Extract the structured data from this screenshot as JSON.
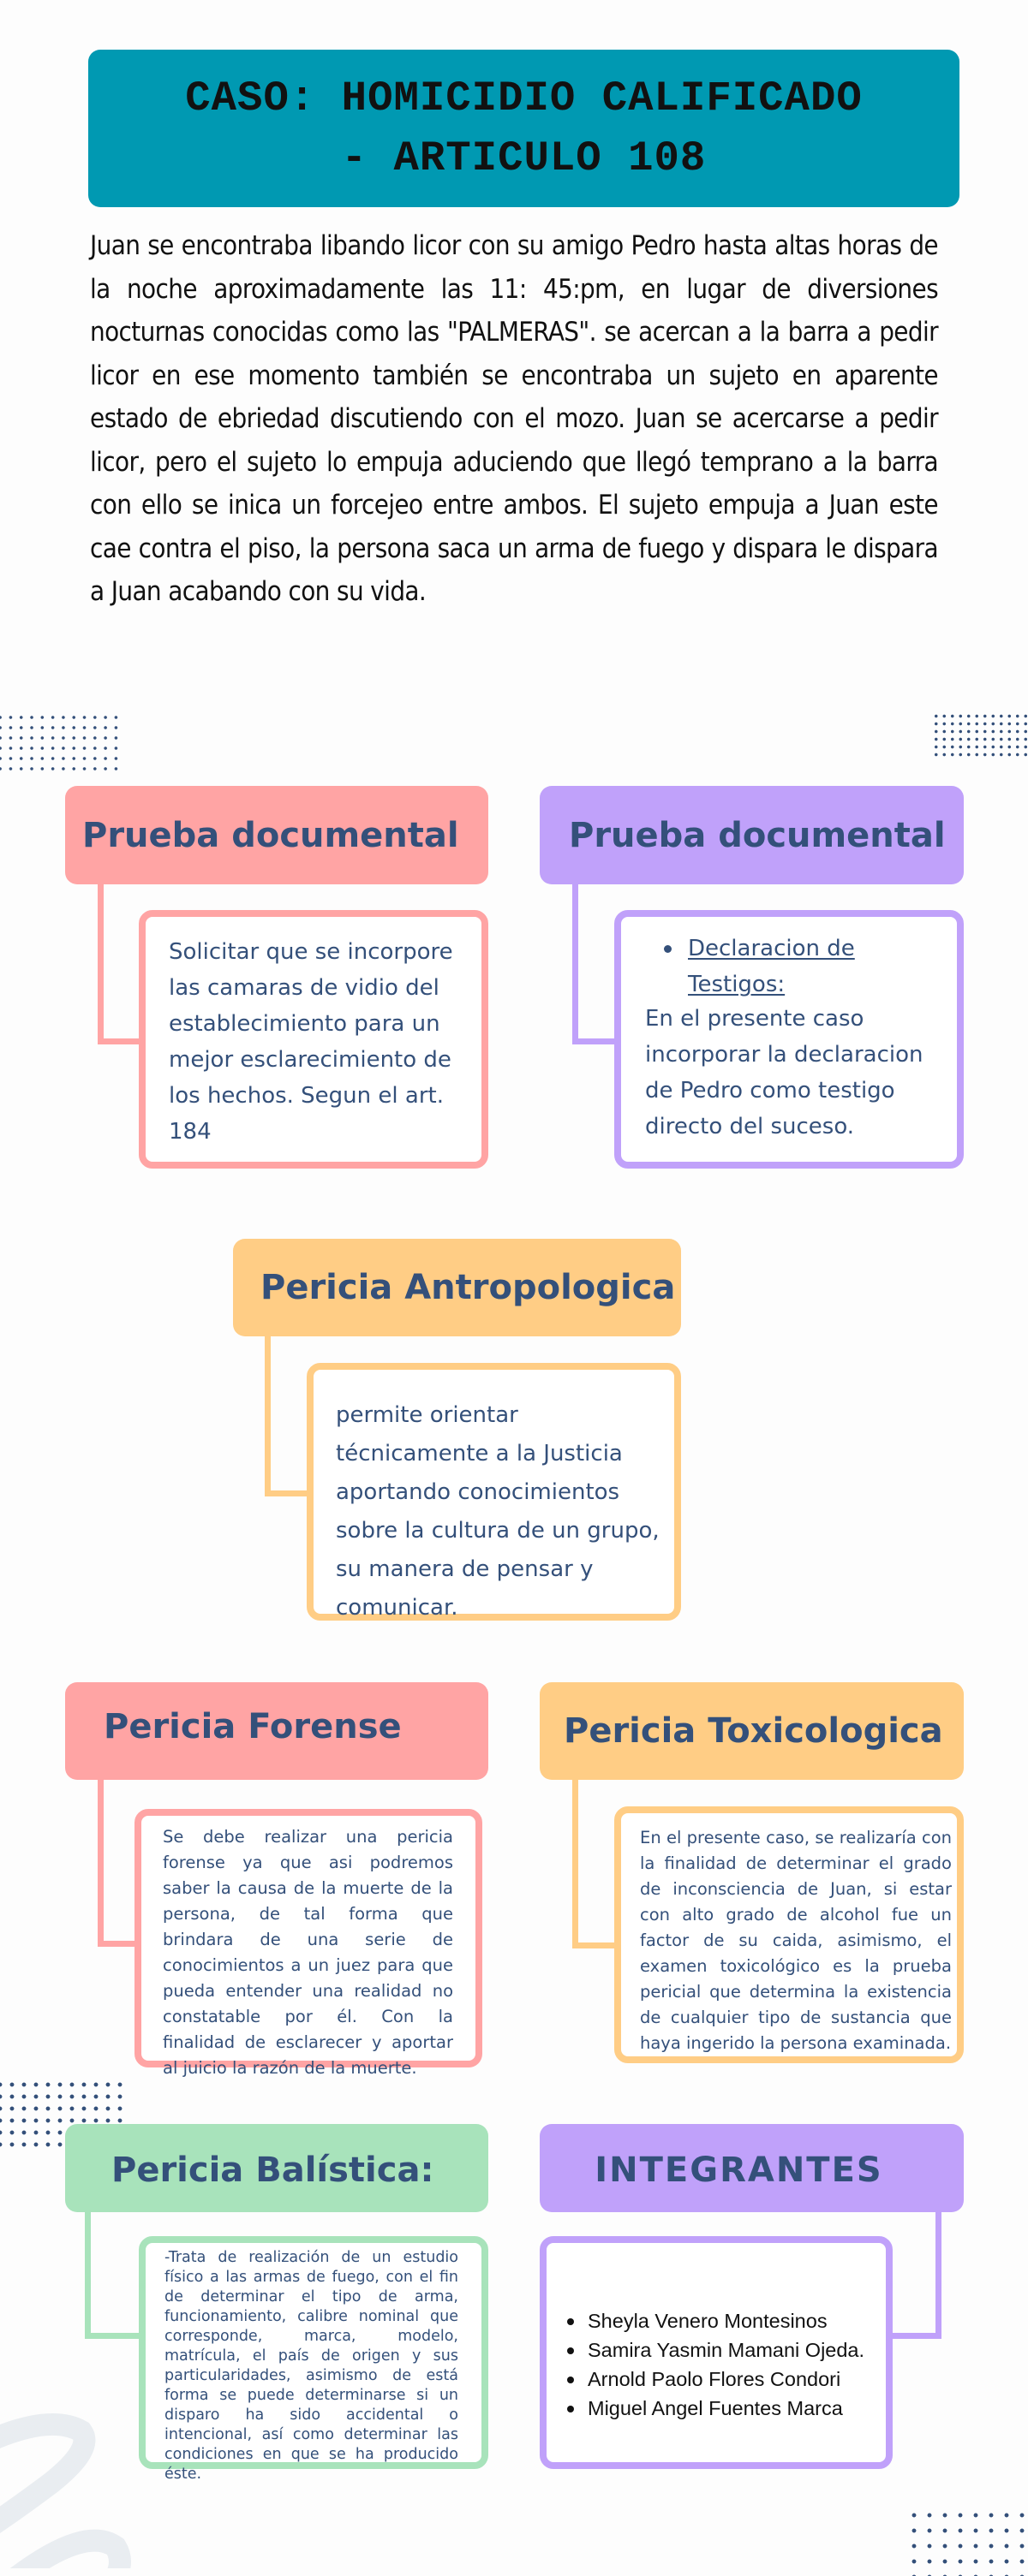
{
  "title": {
    "line1": "CASO: HOMICIDIO CALIFICADO",
    "line2": "- ARTICULO 108"
  },
  "intro_text": "Juan se encontraba libando licor con su amigo Pedro hasta altas horas de la noche aproximadamente las 11: 45:pm, en lugar de diversiones nocturnas conocidas como las \"PALMERAS\". se acercan a la barra a pedir licor en ese momento también se encontraba un sujeto en aparente estado de ebriedad discutiendo con el mozo. Juan se acercarse a pedir licor, pero el sujeto lo empuja aduciendo que llegó temprano a la barra con ello se inica un forcejeo entre ambos. El sujeto empuja a Juan este cae contra el piso, la persona saca un arma de fuego y dispara le dispara a Juan acabando con su vida.",
  "cards": {
    "prueba_documental_1": {
      "title": "Prueba documental",
      "body": "Solicitar que se incorpore las camaras de vidio del establecimiento para un  mejor esclarecimiento de los hechos. Segun el art. 184",
      "color": "#ffa4a4"
    },
    "prueba_documental_2": {
      "title": "Prueba documental",
      "bullet": "Declaracion de Testigos:",
      "body": "En el presente caso incorporar la declaracion de Pedro como testigo directo del suceso.",
      "color": "#c0a1fa"
    },
    "pericia_antropologica": {
      "title": "Pericia Antropologica",
      "body": "permite orientar técnicamente a la Justicia aportando conocimientos sobre la cultura de un grupo, su manera de pensar y comunicar.",
      "color": "#ffcd85"
    },
    "pericia_forense": {
      "title": "Pericia Forense",
      "body": "Se debe realizar una pericia forense ya que asi podremos saber la causa de la muerte de la persona, de tal forma que brindara de una serie de conocimientos a un juez para que pueda entender una realidad no constatable por él. Con la finalidad de esclarecer y aportar al juicio la razón de la muerte.",
      "color": "#ffa4a4"
    },
    "pericia_toxicologica": {
      "title": "Pericia Toxicologica",
      "body": "En el presente caso, se realizaría con la finalidad de determinar el grado de inconsciencia de Juan, si estar con alto grado de alcohol fue un factor de su caida, asimismo, el examen toxicológico es la prueba pericial que determina la existencia de cualquier tipo de sustancia que haya ingerido la persona examinada.",
      "color": "#ffcd85"
    },
    "pericia_balistica": {
      "title": "Pericia Balística:",
      "body": "-Trata de realización de un estudio físico a las armas de fuego, con el fin de determinar el tipo de arma, funcionamiento, calibre nominal que corresponde, marca, modelo, matrícula, el país de origen y sus particularidades, asimismo de está forma se puede determinarse si un disparo ha sido accidental o intencional, así como determinar las condiciones en que se ha producido éste.",
      "color": "#a8e3bb"
    },
    "integrantes": {
      "title": "INTEGRANTES",
      "members": [
        "Sheyla Venero Montesinos",
        "Samira Yasmin Mamani Ojeda.",
        "Arnold Paolo Flores Condori",
        "Miguel Angel Fuentes Marca"
      ],
      "color": "#c0a1fa"
    }
  },
  "colors": {
    "banner": "#0099b2",
    "heading_text": "#34507a",
    "dots": "#34507a",
    "background": "#fdfdfd"
  }
}
